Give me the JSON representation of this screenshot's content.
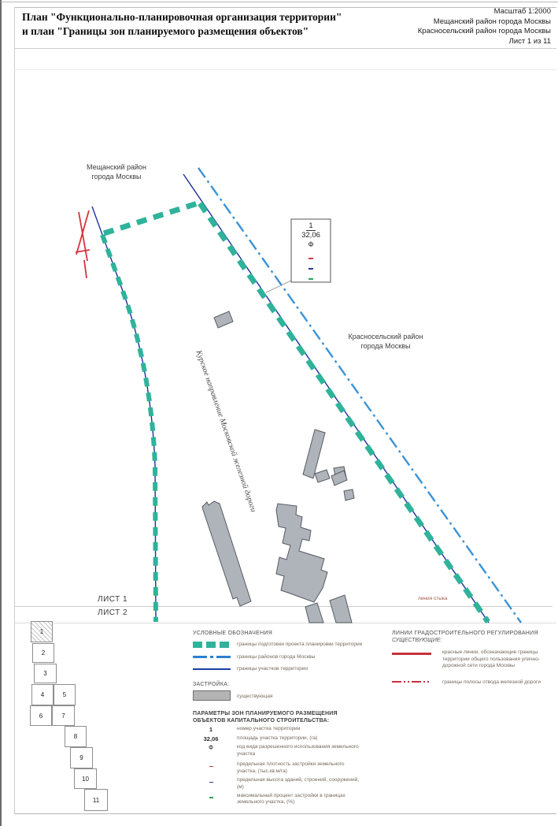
{
  "header": {
    "title_line1": "План \"Функционально-планировочная организация территории\"",
    "title_line2": "и план \"Границы зон планируемого размещения объектов\"",
    "scale": "Масштаб 1:2000",
    "district_line1": "Мещанский район города Москвы",
    "district_line2": "Красносельский район города Москвы",
    "sheet_info": "Лист 1 из 11"
  },
  "map": {
    "district_top": {
      "line1": "Мещанский район",
      "line2": "города Москвы"
    },
    "district_right": {
      "line1": "Красносельский район",
      "line2": "города Москвы"
    },
    "railway_label": "Курское направление Московской железной дороги",
    "sheet_label_1": "ЛИСТ 1",
    "sheet_label_2": "ЛИСТ 2",
    "joint_label": "линия стыка",
    "parcel_box": {
      "number": "1",
      "area": "32,06",
      "use_code": "Ф"
    }
  },
  "legend": {
    "title": "УСЛОВНЫЕ ОБОЗНАЧЕНИЯ",
    "items": [
      {
        "symbol": "teal-dashed-line",
        "label": "границы подготовки проекта планировки территории"
      },
      {
        "symbol": "blue-dash-dot-line",
        "label": "границы районов города Москвы"
      },
      {
        "symbol": "navy-solid-line",
        "label": "границы участков территории"
      }
    ],
    "built_title": "ЗАСТРОЙКА:",
    "built_item": {
      "symbol": "gray-fill",
      "label": "существующая"
    },
    "params_title_line1": "ПАРАМЕТРЫ ЗОН ПЛАНИРУЕМОГО РАЗМЕЩЕНИЯ",
    "params_title_line2": "ОБЪЕКТОВ КАПИТАЛЬНОГО СТРОИТЕЛЬСТВА:",
    "params": [
      {
        "symbol": "1",
        "label": "номер участка территории"
      },
      {
        "symbol": "32,06",
        "label": "площадь участка территории, (га)"
      },
      {
        "symbol": "Ф",
        "label": "код вида разрешенного использования земельного участка"
      },
      {
        "symbol": "red-dash",
        "label": "предельная плотность застройки земельного участка, (тыс.кв.м/га)"
      },
      {
        "symbol": "navy-dash",
        "label": "предельная высота зданий, строений, сооружений, (м)"
      },
      {
        "symbol": "green-dash",
        "label": "максимальный процент застройки в границах земельного участка, (%)"
      }
    ]
  },
  "regulation_legend": {
    "title": "ЛИНИИ ГРАДОСТРОИТЕЛЬНОГО РЕГУЛИРОВАНИЯ",
    "subtitle": "СУЩЕСТВУЮЩИЕ:",
    "items": [
      {
        "symbol": "red-solid-line",
        "label": "красные линии, обозначающие границы территории общего пользования улично-дорожной сети города Москвы"
      },
      {
        "symbol": "red-double-dash-line",
        "label": "границы полосы отвода железной дороги"
      }
    ]
  },
  "sheet_index": {
    "tiles": [
      "1",
      "2",
      "3",
      "4",
      "5",
      "6",
      "7",
      "8",
      "9",
      "10",
      "11"
    ]
  },
  "colors": {
    "planning_boundary_teal": "#2fb39a",
    "district_boundary_blue": "#3a93d6",
    "parcel_boundary_navy": "#1d2f9c",
    "red_lines": "#d6333f",
    "building_fill": "#aeb4ba",
    "green_mark": "#2aa55f"
  }
}
